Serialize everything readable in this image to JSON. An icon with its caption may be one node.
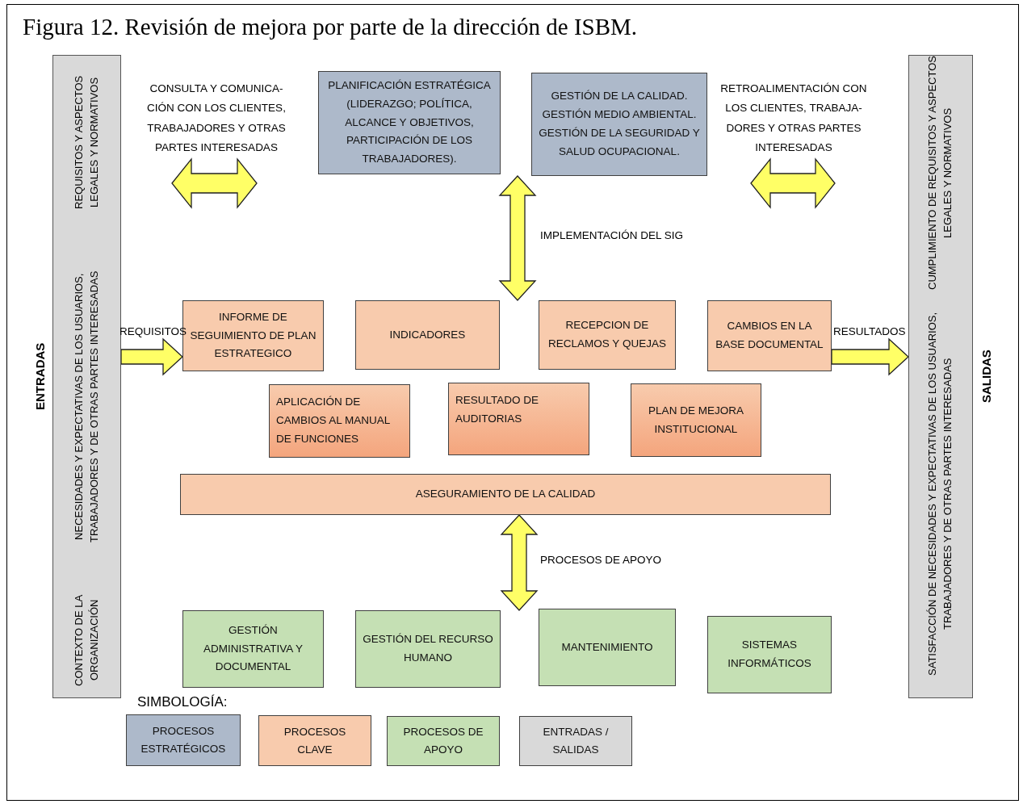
{
  "diagram": {
    "title": "Figura 12. Revisión de mejora por parte de la dirección de ISBM.",
    "nodes": [
      {
        "text": [
          "ENTRADAS",
          "CONTEXTO DE LA ORGANIZACIÓN",
          "NECESIDADES Y EXPECTATIVAS DE LOS USUARIOS, TRABAJADORES Y DE OTRAS PARTES INTERESADAS",
          "REQUISITOS Y ASPECTOS LEGALES Y NORMATIVOS"
        ]
      },
      {
        "text": [
          "PLANIFICACIÓN ESTRATÉGICA (LIDERAZGO; POLÍTICA, ALCANCE Y OBJETIVOS, PARTICIPACIÓN DE LOS TRABAJADORES)."
        ]
      },
      {
        "text": [
          "GESTIÓN DE LA CALIDAD. GESTIÓN MEDIO AMBIENTAL. GESTIÓN DE LA SEGURIDAD Y SALUD OCUPACIONAL."
        ]
      },
      {
        "text": [
          "INFORME DE SEGUIMIENTO DE PLAN ESTRATEGICO"
        ]
      },
      {
        "text": [
          "INDICADORES"
        ]
      },
      {
        "text": [
          "RECEPCION DE RECLAMOS Y QUEJAS"
        ]
      },
      {
        "text": [
          "CAMBIOS EN LA BASE DOCUMENTAL"
        ]
      },
      {
        "text": [
          "APLICACIÓN DE CAMBIOS AL MANUAL DE FUNCIONES"
        ]
      },
      {
        "text": [
          "RESULTADO DE AUDITORIAS"
        ]
      },
      {
        "text": [
          "PLAN DE MEJORA INSTITUCIONAL"
        ]
      },
      {
        "text": [
          "ASEGURAMIENTO DE LA CALIDAD"
        ]
      },
      {
        "text": [
          "GESTIÓN ADMINISTRATIVA Y DOCUMENTAL"
        ]
      },
      {
        "text": [
          "GESTIÓN DEL RECURSO HUMANO"
        ]
      },
      {
        "text": [
          "MANTENIMIENTO"
        ]
      },
      {
        "text": [
          "SISTEMAS INFORMÁTICOS"
        ]
      },
      {
        "text": [
          "SALIDAS",
          "SATISFACCIÓN DE NECESIDADES Y EXPECTATIVAS DE LOS USUARIOS, TRABAJADORES Y DE OTRAS PARTES INTERESADAS",
          "CUMPLIMIENTO DE  REQUISITOS Y ASPECTOS LEGALES Y NORMATIVOS"
        ]
      }
    ],
    "edges": [
      {
        "from": 0,
        "to": 3,
        "arrow": "to",
        "label": "REQUISITOS"
      },
      {
        "from": 6,
        "to": 15,
        "arrow": "to",
        "label": "RESULTADOS"
      },
      {
        "from": 2,
        "to": 4,
        "arrow": "both",
        "label": "IMPLEMENTACIÓN DEL SIG"
      },
      {
        "from": 10,
        "to": 12,
        "arrow": "both",
        "label": "PROCESOS DE APOYO"
      }
    ],
    "labels": [
      "CONSULTA Y COMUNICA- CIÓN CON LOS CLIENTES, TRABAJADORES Y OTRAS PARTES INTERESADAS",
      "RETROALIMENTACIÓN CON LOS CLIENTES, TRABAJA- DORES Y OTRAS PARTES INTERESADAS",
      "SIMBOLOGÍA:"
    ],
    "legend": [
      {
        "text": "PROCESOS ESTRATÉGICOS",
        "color": "#adb9ca"
      },
      {
        "text": "PROCESOS CLAVE",
        "color": "#f8cbad"
      },
      {
        "text": "PROCESOS DE APOYO",
        "color": "#c5e0b4"
      },
      {
        "text": "ENTRADAS / SALIDAS",
        "color": "#d9d9d9"
      }
    ]
  }
}
